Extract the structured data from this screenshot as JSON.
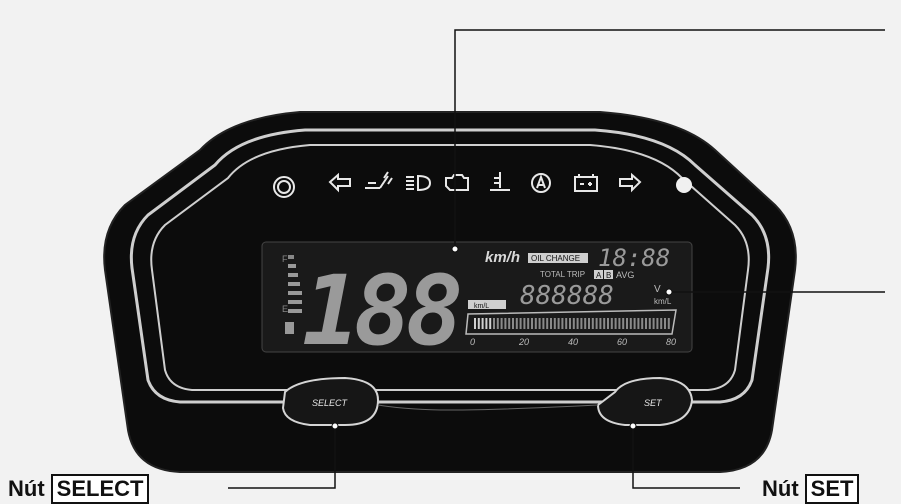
{
  "display": {
    "speed": "188",
    "speed_unit": "km/h",
    "oil_change": "OIL CHANGE",
    "clock": "18:88",
    "total_trip": "TOTAL TRIP",
    "trip_a": "A",
    "trip_b": "B",
    "avg": "AVG",
    "odometer": "888888",
    "odo_unit": "V",
    "odo_unit2": "km/L",
    "rpm_label": "km/L",
    "scale_ticks": [
      "0",
      "20",
      "40",
      "60",
      "80"
    ],
    "fuel_full": "F",
    "fuel_empty": "E"
  },
  "buttons": {
    "select_label": "SELECT",
    "set_label": "SET"
  },
  "callouts": {
    "select_prefix": "Nút",
    "select_name": "SELECT",
    "set_prefix": "Nút",
    "set_name": "SET"
  },
  "indicators": [
    "abs-icon",
    "left-turn-icon",
    "fuel-injection-icon",
    "headlight-icon",
    "engine-check-icon",
    "coolant-temp-icon",
    "auto-icon",
    "battery-icon",
    "right-turn-icon",
    "neutral-lamp-icon"
  ]
}
